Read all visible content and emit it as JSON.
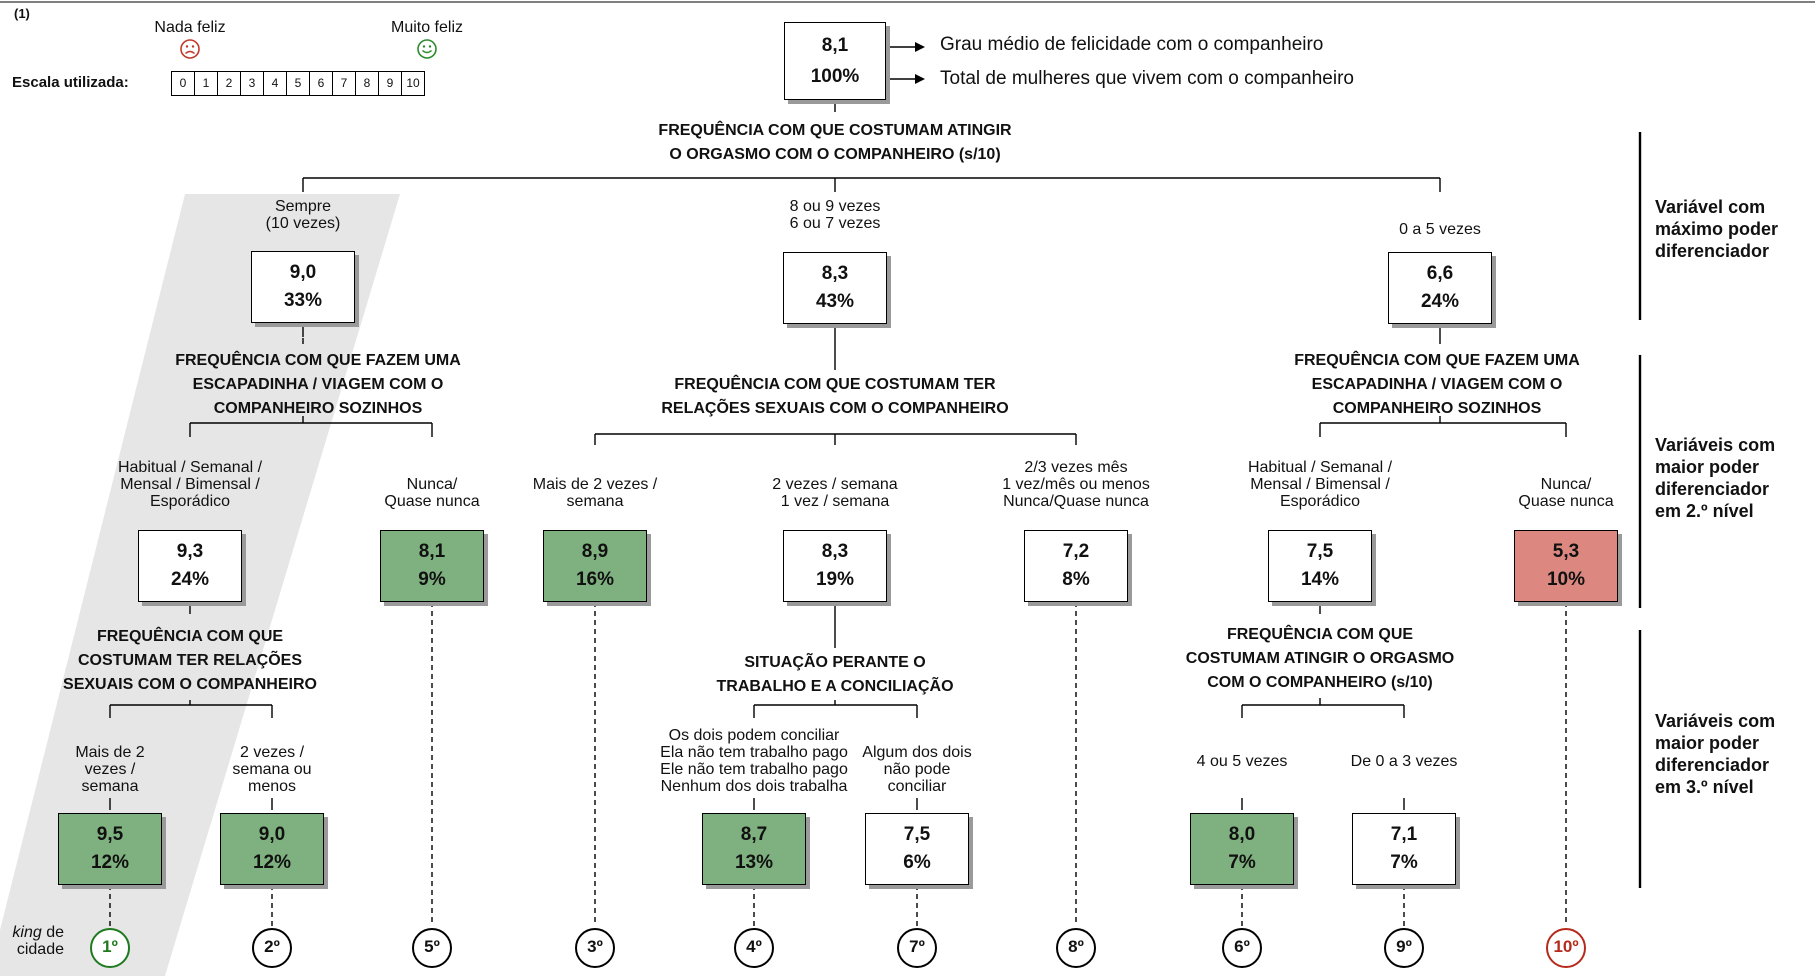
{
  "figure_number": "(1)",
  "legend": {
    "low_label": "Nada feliz",
    "high_label": "Muito feliz",
    "scale_label": "Escala utilizada:",
    "scale": [
      "0",
      "1",
      "2",
      "3",
      "4",
      "5",
      "6",
      "7",
      "8",
      "9",
      "10"
    ],
    "sad_face_color": "#c0392b",
    "happy_face_color": "#2e8b2e"
  },
  "root": {
    "value": "8,1",
    "percent": "100%",
    "value_note": "Grau médio de felicidade com o companheiro",
    "percent_note": "Total de mulheres que vivem com o companheiro"
  },
  "level1": {
    "title": [
      "FREQUÊNCIA COM QUE COSTUMAM ATINGIR",
      "O ORGASMO COM O COMPANHEIRO (s/10)"
    ],
    "branches": [
      {
        "label": [
          "Sempre",
          "(10 vezes)"
        ],
        "value": "9,0",
        "percent": "33%",
        "style": "white"
      },
      {
        "label": [
          "8 ou 9 vezes",
          "6 ou 7 vezes"
        ],
        "value": "8,3",
        "percent": "43%",
        "style": "white"
      },
      {
        "label": [
          "0 a 5 vezes"
        ],
        "value": "6,6",
        "percent": "24%",
        "style": "white"
      }
    ]
  },
  "level2": {
    "groups": [
      {
        "title": [
          "FREQUÊNCIA COM QUE FAZEM UMA",
          "ESCAPADINHA / VIAGEM COM O",
          "COMPANHEIRO SOZINHOS"
        ]
      },
      {
        "title": [
          "FREQUÊNCIA COM QUE COSTUMAM TER",
          "RELAÇÕES SEXUAIS COM O COMPANHEIRO"
        ]
      },
      {
        "title": [
          "FREQUÊNCIA COM QUE FAZEM UMA",
          "ESCAPADINHA / VIAGEM COM O",
          "COMPANHEIRO SOZINHOS"
        ]
      }
    ],
    "nodes": [
      {
        "label": [
          "Habitual / Semanal /",
          "Mensal / Bimensal /",
          "Esporádico"
        ],
        "value": "9,3",
        "percent": "24%",
        "style": "white"
      },
      {
        "label": [
          "Nunca/",
          "Quase nunca"
        ],
        "value": "8,1",
        "percent": "9%",
        "style": "green",
        "rank": "5º"
      },
      {
        "label": [
          "Mais de 2 vezes /",
          "semana"
        ],
        "value": "8,9",
        "percent": "16%",
        "style": "green",
        "rank": "3º"
      },
      {
        "label": [
          "2 vezes / semana",
          "1 vez / semana"
        ],
        "value": "8,3",
        "percent": "19%",
        "style": "white"
      },
      {
        "label": [
          "2/3 vezes mês",
          "1 vez/mês ou menos",
          "Nunca/Quase nunca"
        ],
        "value": "7,2",
        "percent": "8%",
        "style": "white",
        "rank": "8º"
      },
      {
        "label": [
          "Habitual / Semanal /",
          "Mensal / Bimensal /",
          "Esporádico"
        ],
        "value": "7,5",
        "percent": "14%",
        "style": "white"
      },
      {
        "label": [
          "Nunca/",
          "Quase nunca"
        ],
        "value": "5,3",
        "percent": "10%",
        "style": "red",
        "rank": "10º"
      }
    ]
  },
  "level3": {
    "groups": [
      {
        "title": [
          "FREQUÊNCIA COM QUE",
          "COSTUMAM TER RELAÇÕES",
          "SEXUAIS COM O COMPANHEIRO"
        ]
      },
      {
        "title": [
          "SITUAÇÃO PERANTE O",
          "TRABALHO E A CONCILIAÇÃO"
        ]
      },
      {
        "title": [
          "FREQUÊNCIA COM QUE",
          "COSTUMAM ATINGIR O ORGASMO",
          "COM O COMPANHEIRO (s/10)"
        ]
      }
    ],
    "nodes": [
      {
        "label": [
          "Mais de 2",
          "vezes /",
          "semana"
        ],
        "value": "9,5",
        "percent": "12%",
        "style": "green",
        "rank": "1º"
      },
      {
        "label": [
          "2 vezes /",
          "semana ou",
          "menos"
        ],
        "value": "9,0",
        "percent": "12%",
        "style": "green",
        "rank": "2º"
      },
      {
        "label": [
          "Os dois podem conciliar",
          "Ela não tem trabalho pago",
          "Ele não tem trabalho pago",
          "Nenhum dos dois trabalha"
        ],
        "value": "8,7",
        "percent": "13%",
        "style": "green",
        "rank": "4º"
      },
      {
        "label": [
          "Algum dos dois",
          "não pode",
          "conciliar"
        ],
        "value": "7,5",
        "percent": "6%",
        "style": "white",
        "rank": "7º"
      },
      {
        "label": [
          "4 ou 5 vezes"
        ],
        "value": "8,0",
        "percent": "7%",
        "style": "green",
        "rank": "6º"
      },
      {
        "label": [
          "De 0 a 3 vezes"
        ],
        "value": "7,1",
        "percent": "7%",
        "style": "white",
        "rank": "9º"
      }
    ]
  },
  "side_labels": [
    [
      "Variável com",
      "máximo poder",
      "diferenciador"
    ],
    [
      "Variáveis com",
      "maior poder",
      "diferenciador",
      "em 2.º nível"
    ],
    [
      "Variáveis com",
      "maior poder",
      "diferenciador",
      "em 3.º nível"
    ]
  ],
  "ranking_label": {
    "italic": "king",
    "tail": " de",
    "line2": "cidade"
  },
  "colors": {
    "green_box": "#7fb07f",
    "red_box": "#dc8880",
    "shade": "#e6e6e6",
    "rank_green": "#1f7a1f",
    "rank_red": "#b52a1c"
  }
}
